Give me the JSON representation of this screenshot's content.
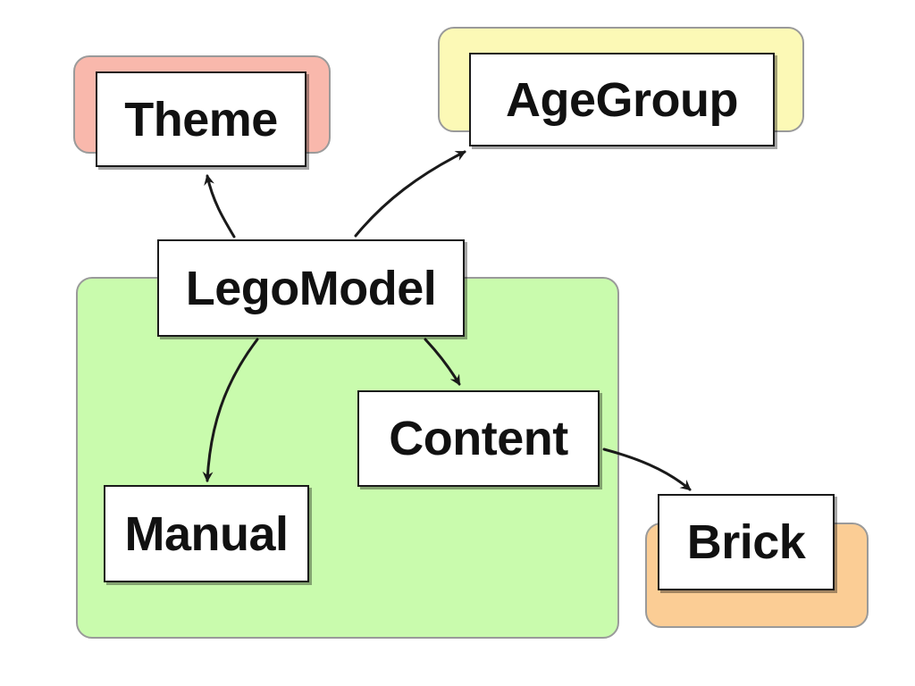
{
  "diagram": {
    "nodes": {
      "theme": "Theme",
      "age_group": "AgeGroup",
      "lego_model": "LegoModel",
      "content": "Content",
      "manual": "Manual",
      "brick": "Brick"
    },
    "group_colors": {
      "theme": "#f9b8ac",
      "age_group": "#fcf9b6",
      "lego_model": "#c9fbad",
      "brick": "#fbcd95"
    },
    "edges": [
      {
        "from": "LegoModel",
        "to": "Theme"
      },
      {
        "from": "LegoModel",
        "to": "AgeGroup"
      },
      {
        "from": "LegoModel",
        "to": "Manual"
      },
      {
        "from": "LegoModel",
        "to": "Content"
      },
      {
        "from": "Content",
        "to": "Brick"
      }
    ]
  }
}
